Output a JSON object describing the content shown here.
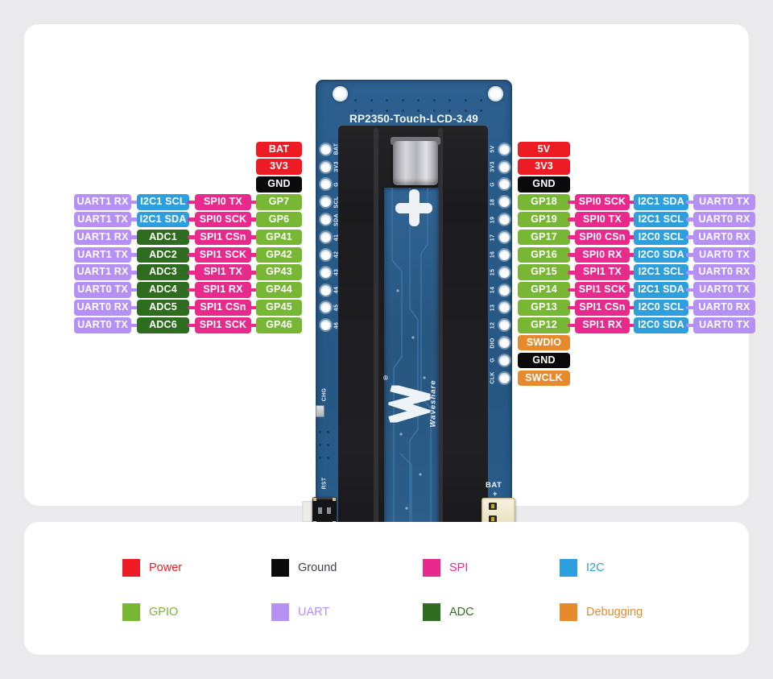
{
  "board": {
    "name": "RP2350-Touch-LCD-3.49",
    "logo": "Waveshare",
    "registered_mark": "®",
    "silk": {
      "left_pins": [
        "BAT",
        "3V3",
        "G",
        "SCL",
        "SDA",
        "41",
        "42",
        "43",
        "44",
        "45",
        "46"
      ],
      "right_pins": [
        "5V",
        "3V3",
        "G",
        "18",
        "19",
        "17",
        "16",
        "15",
        "14",
        "13",
        "12",
        "DIO",
        "G",
        "CLK"
      ],
      "chg": "CHG",
      "rst": "RST",
      "bat": "BAT",
      "bat_plus": "+"
    },
    "icons": {
      "battery_positive": "plus-shape",
      "waveshare_logo": "w-zigzag"
    }
  },
  "colors": {
    "power": "#ed1c24",
    "ground": "#0a0a0c",
    "spi": "#e72a8c",
    "i2c": "#2d9fdc",
    "gpio": "#77b733",
    "uart": "#b690f5",
    "adc": "#2e6d1f",
    "debug": "#e78a2e",
    "ground_legend_text": "#41414b"
  },
  "left_labels": {
    "top": [
      {
        "text": "BAT",
        "type": "power"
      },
      {
        "text": "3V3",
        "type": "power"
      },
      {
        "text": "GND",
        "type": "ground"
      }
    ],
    "rows": [
      [
        {
          "text": "UART1 RX",
          "type": "uart"
        },
        {
          "text": "I2C1 SCL",
          "type": "i2c"
        },
        {
          "text": "SPI0 TX",
          "type": "spi"
        },
        {
          "text": "GP7",
          "type": "gpio"
        }
      ],
      [
        {
          "text": "UART1 TX",
          "type": "uart"
        },
        {
          "text": "I2C1 SDA",
          "type": "i2c"
        },
        {
          "text": "SPI0 SCK",
          "type": "spi"
        },
        {
          "text": "GP6",
          "type": "gpio"
        }
      ],
      [
        {
          "text": "UART1 RX",
          "type": "uart"
        },
        {
          "text": "ADC1",
          "type": "adc"
        },
        {
          "text": "SPI1 CSn",
          "type": "spi"
        },
        {
          "text": "GP41",
          "type": "gpio"
        }
      ],
      [
        {
          "text": "UART1 TX",
          "type": "uart"
        },
        {
          "text": "ADC2",
          "type": "adc"
        },
        {
          "text": "SPI1 SCK",
          "type": "spi"
        },
        {
          "text": "GP42",
          "type": "gpio"
        }
      ],
      [
        {
          "text": "UART1 RX",
          "type": "uart"
        },
        {
          "text": "ADC3",
          "type": "adc"
        },
        {
          "text": "SPI1 TX",
          "type": "spi"
        },
        {
          "text": "GP43",
          "type": "gpio"
        }
      ],
      [
        {
          "text": "UART0 TX",
          "type": "uart"
        },
        {
          "text": "ADC4",
          "type": "adc"
        },
        {
          "text": "SPI1 RX",
          "type": "spi"
        },
        {
          "text": "GP44",
          "type": "gpio"
        }
      ],
      [
        {
          "text": "UART0 RX",
          "type": "uart"
        },
        {
          "text": "ADC5",
          "type": "adc"
        },
        {
          "text": "SPI1 CSn",
          "type": "spi"
        },
        {
          "text": "GP45",
          "type": "gpio"
        }
      ],
      [
        {
          "text": "UART0 TX",
          "type": "uart"
        },
        {
          "text": "ADC6",
          "type": "adc"
        },
        {
          "text": "SPI1 SCK",
          "type": "spi"
        },
        {
          "text": "GP46",
          "type": "gpio"
        }
      ]
    ]
  },
  "right_labels": {
    "top": [
      {
        "text": "5V",
        "type": "power"
      },
      {
        "text": "3V3",
        "type": "power"
      },
      {
        "text": "GND",
        "type": "ground"
      }
    ],
    "rows": [
      [
        {
          "text": "GP18",
          "type": "gpio"
        },
        {
          "text": "SPI0 SCK",
          "type": "spi"
        },
        {
          "text": "I2C1 SDA",
          "type": "i2c"
        },
        {
          "text": "UART0 TX",
          "type": "uart"
        }
      ],
      [
        {
          "text": "GP19",
          "type": "gpio"
        },
        {
          "text": "SPI0 TX",
          "type": "spi"
        },
        {
          "text": "I2C1 SCL",
          "type": "i2c"
        },
        {
          "text": "UART0 RX",
          "type": "uart"
        }
      ],
      [
        {
          "text": "GP17",
          "type": "gpio"
        },
        {
          "text": "SPI0 CSn",
          "type": "spi"
        },
        {
          "text": "I2C0 SCL",
          "type": "i2c"
        },
        {
          "text": "UART0 RX",
          "type": "uart"
        }
      ],
      [
        {
          "text": "GP16",
          "type": "gpio"
        },
        {
          "text": "SPI0 RX",
          "type": "spi"
        },
        {
          "text": "I2C0 SDA",
          "type": "i2c"
        },
        {
          "text": "UART0 TX",
          "type": "uart"
        }
      ],
      [
        {
          "text": "GP15",
          "type": "gpio"
        },
        {
          "text": "SPI1 TX",
          "type": "spi"
        },
        {
          "text": "I2C1 SCL",
          "type": "i2c"
        },
        {
          "text": "UART0 RX",
          "type": "uart"
        }
      ],
      [
        {
          "text": "GP14",
          "type": "gpio"
        },
        {
          "text": "SPI1 SCK",
          "type": "spi"
        },
        {
          "text": "I2C1 SDA",
          "type": "i2c"
        },
        {
          "text": "UART0 TX",
          "type": "uart"
        }
      ],
      [
        {
          "text": "GP13",
          "type": "gpio"
        },
        {
          "text": "SPI1 CSn",
          "type": "spi"
        },
        {
          "text": "I2C0 SCL",
          "type": "i2c"
        },
        {
          "text": "UART0 RX",
          "type": "uart"
        }
      ],
      [
        {
          "text": "GP12",
          "type": "gpio"
        },
        {
          "text": "SPI1 RX",
          "type": "spi"
        },
        {
          "text": "I2C0 SDA",
          "type": "i2c"
        },
        {
          "text": "UART0 TX",
          "type": "uart"
        }
      ]
    ],
    "bottom": [
      {
        "text": "SWDIO",
        "type": "debug"
      },
      {
        "text": "GND",
        "type": "ground"
      },
      {
        "text": "SWCLK",
        "type": "debug"
      }
    ]
  },
  "legend": {
    "rows": [
      [
        {
          "label": "Power",
          "type": "power"
        },
        {
          "label": "Ground",
          "type": "ground"
        },
        {
          "label": "SPI",
          "type": "spi"
        },
        {
          "label": "I2C",
          "type": "i2c"
        }
      ],
      [
        {
          "label": "GPIO",
          "type": "gpio"
        },
        {
          "label": "UART",
          "type": "uart"
        },
        {
          "label": "ADC",
          "type": "adc"
        },
        {
          "label": "Debugging",
          "type": "debug"
        }
      ]
    ]
  }
}
